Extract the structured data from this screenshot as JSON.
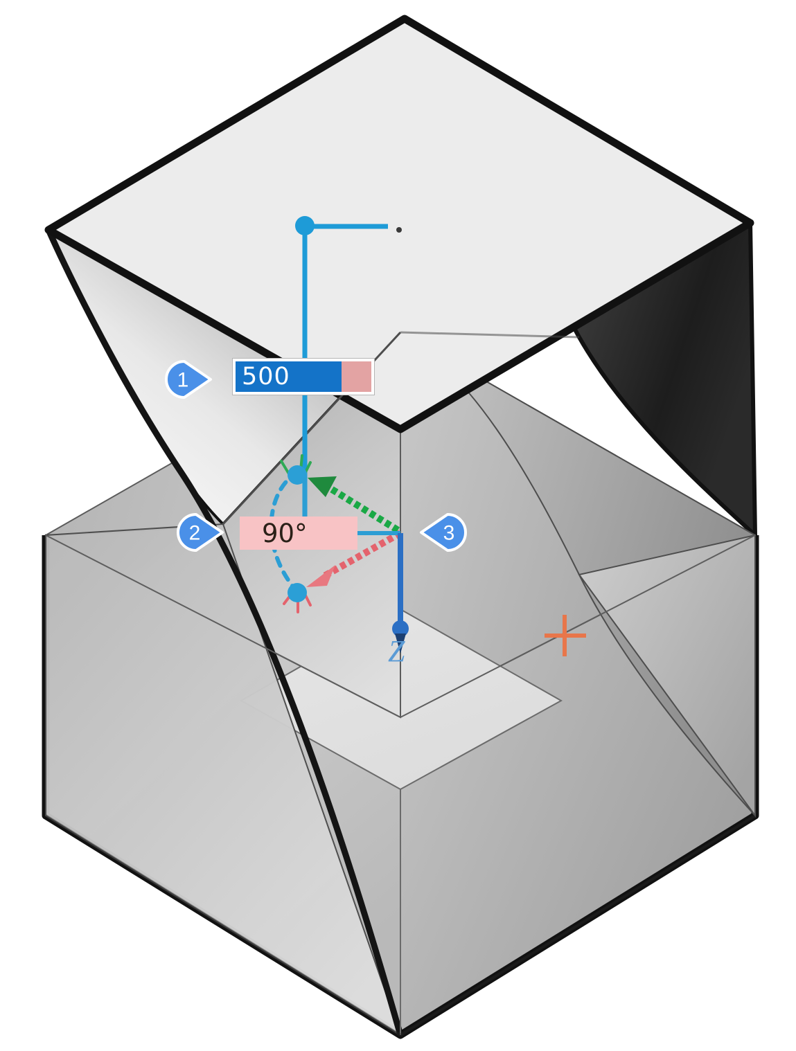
{
  "viewport": {
    "name": "3d-cad-viewport",
    "background_color": "#ffffff"
  },
  "model": {
    "name": "twisted-extrude-preview",
    "description": "Twisted square extrusion preview with ruled side surfaces",
    "face_colors": {
      "top_face": "#ececec",
      "inner_floor": "#e2e2e2",
      "side_light": "#d0d0d0",
      "side_mid": "#b0b0b0",
      "side_dark": "#2e2e2e",
      "outline": "#111111",
      "edge_thin": "#555555"
    }
  },
  "dimensions": {
    "height": {
      "name": "extrude-depth",
      "value": "500",
      "selected": true,
      "selection_color": "#1473c8",
      "field_color": "#e3a3a3",
      "text_color": "#ffffff"
    },
    "angle": {
      "name": "twist-angle",
      "value": "90°",
      "selected": false,
      "field_color": "#f8c3c5",
      "text_color": "#2b2018"
    }
  },
  "callouts": [
    {
      "id": "1",
      "label": "1",
      "points": "right",
      "color": "#4a90e8"
    },
    {
      "id": "2",
      "label": "2",
      "points": "right",
      "color": "#4a90e8"
    },
    {
      "id": "3",
      "label": "3",
      "points": "left",
      "color": "#4a90e8"
    }
  ],
  "manipulators": {
    "depth_handle": {
      "name": "depth-drag-handle",
      "color": "#1e9bd7",
      "leader_line": true
    },
    "rotation": {
      "name": "twist-rotation-manipulator",
      "arc_color": "#2c9ed4",
      "positive_arrow_color": "#1aa845",
      "negative_arrow_color": "#e4636d",
      "handle_color": "#2b9fd6"
    },
    "axis": {
      "name": "z-axis-indicator",
      "label": "Z",
      "color": "#2b6fc4",
      "label_color": "#5b9bd5"
    },
    "origin_marker": {
      "name": "origin-crosshair",
      "color": "#e8764a"
    }
  }
}
